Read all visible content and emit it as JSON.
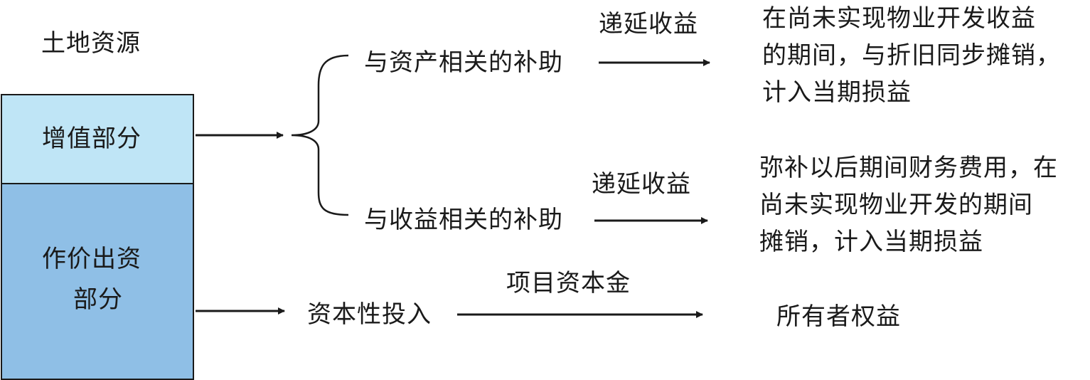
{
  "source": {
    "title": "土地资源"
  },
  "boxes": {
    "appreciation": "增值部分",
    "equity_part_line1": "作价出资",
    "equity_part_line2": "部分"
  },
  "branches": {
    "asset_subsidy": "与资产相关的补助",
    "income_subsidy": "与收益相关的补助",
    "capital_input": "资本性投入"
  },
  "arrow_labels": {
    "deferred_income_1": "递延收益",
    "deferred_income_2": "递延收益",
    "project_capital": "项目资本金"
  },
  "outcomes": {
    "asset_lines": [
      "在尚未实现物业开发收益",
      "的期间，与折旧同步摊销，",
      "计入当期损益"
    ],
    "income_lines": [
      "弥补以后期间财务费用，在",
      "尚未实现物业开发的期间",
      "摊销，计入当期损益"
    ],
    "owner_equity": "所有者权益"
  },
  "colors": {
    "box_light": "#bfe5f6",
    "box_dark": "#8fbfe6",
    "line": "#1a1a1a"
  }
}
